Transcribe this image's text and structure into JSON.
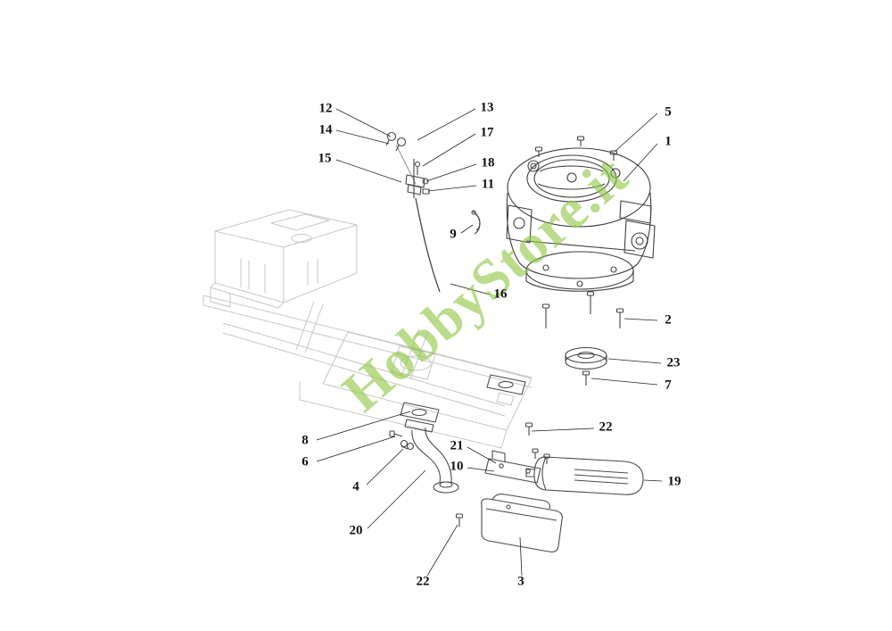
{
  "watermark": {
    "text": "HobbyStore.it",
    "color": "#8dc63f"
  },
  "figure": {
    "background": "#ffffff",
    "line_color_primary": "#3e3e3e",
    "line_color_faint": "#c6c6c6",
    "leader_color": "#222222"
  },
  "callouts": [
    {
      "label": "12"
    },
    {
      "label": "14"
    },
    {
      "label": "13"
    },
    {
      "label": "17"
    },
    {
      "label": "15"
    },
    {
      "label": "18"
    },
    {
      "label": "11"
    },
    {
      "label": "5"
    },
    {
      "label": "1"
    },
    {
      "label": "9"
    },
    {
      "label": "16"
    },
    {
      "label": "2"
    },
    {
      "label": "23"
    },
    {
      "label": "7"
    },
    {
      "label": "8"
    },
    {
      "label": "22"
    },
    {
      "label": "6"
    },
    {
      "label": "21"
    },
    {
      "label": "10"
    },
    {
      "label": "4"
    },
    {
      "label": "19"
    },
    {
      "label": "20"
    },
    {
      "label": "22"
    },
    {
      "label": "3"
    }
  ]
}
